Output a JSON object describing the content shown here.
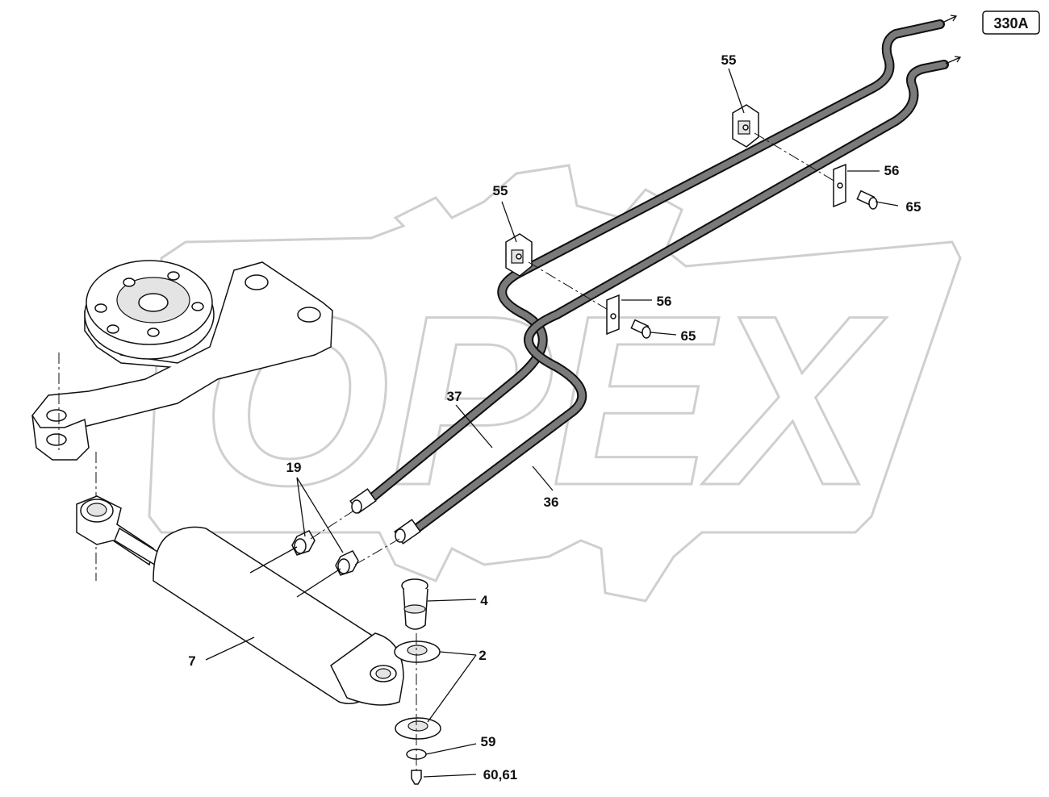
{
  "sheet": {
    "reference": "330A"
  },
  "watermark": {
    "text": "OPEX"
  },
  "callouts": [
    {
      "id": "c-55-top",
      "label": "55"
    },
    {
      "id": "c-56-top",
      "label": "56"
    },
    {
      "id": "c-65-top",
      "label": "65"
    },
    {
      "id": "c-55-mid",
      "label": "55"
    },
    {
      "id": "c-56-mid",
      "label": "56"
    },
    {
      "id": "c-65-mid",
      "label": "65"
    },
    {
      "id": "c-37",
      "label": "37"
    },
    {
      "id": "c-36",
      "label": "36"
    },
    {
      "id": "c-19",
      "label": "19"
    },
    {
      "id": "c-4",
      "label": "4"
    },
    {
      "id": "c-2",
      "label": "2"
    },
    {
      "id": "c-7",
      "label": "7"
    },
    {
      "id": "c-59",
      "label": "59"
    },
    {
      "id": "c-60-61",
      "label": "60,61"
    }
  ]
}
